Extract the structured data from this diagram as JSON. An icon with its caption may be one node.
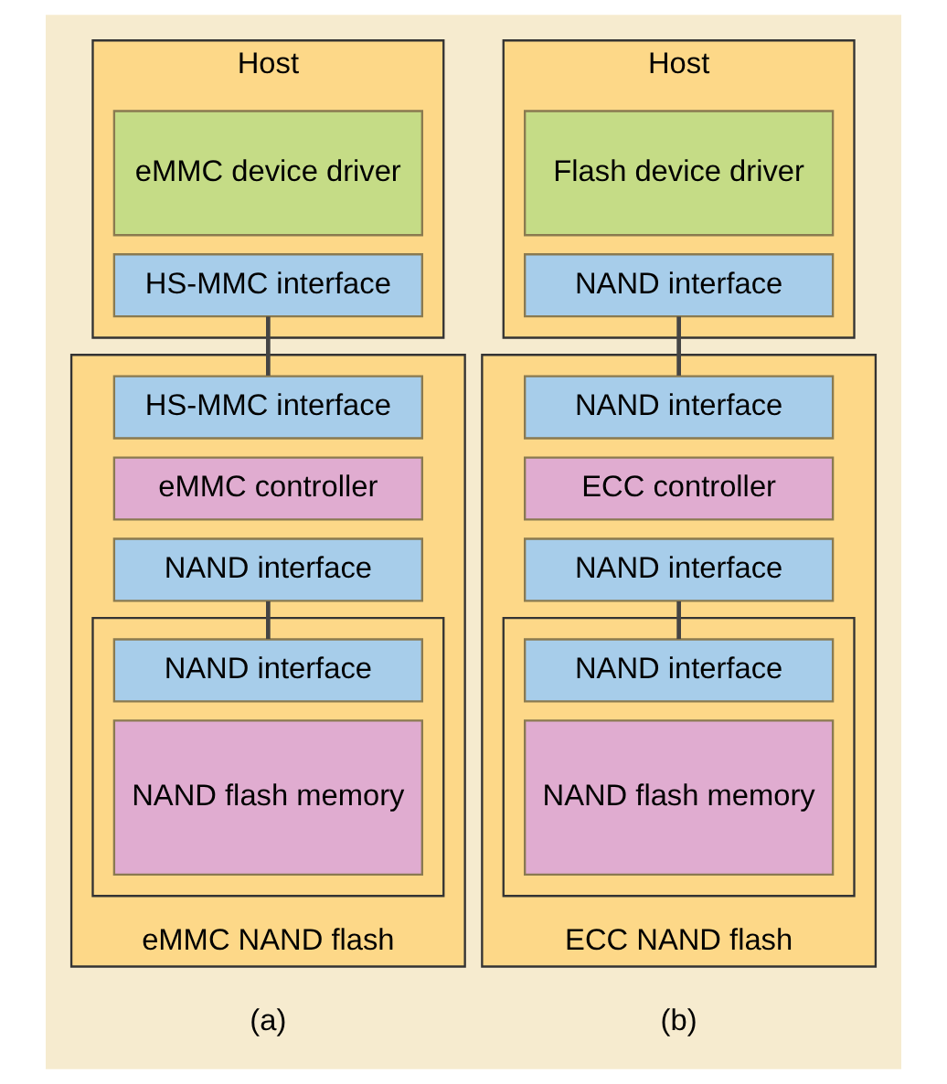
{
  "diagram": {
    "nodes": [
      {
        "text": [
          "Host"
        ]
      },
      {
        "text": [
          "eMMC device driver"
        ],
        "in": 0
      },
      {
        "text": [
          "HS-MMC interface"
        ],
        "in": 0
      },
      {
        "text": [
          "eMMC NAND flash"
        ]
      },
      {
        "text": [
          "HS-MMC interface"
        ],
        "in": 3
      },
      {
        "text": [
          "eMMC controller"
        ],
        "in": 3
      },
      {
        "text": [
          "NAND interface"
        ],
        "in": 3
      },
      {
        "text": [],
        "shape": "box",
        "in": 3
      },
      {
        "text": [
          "NAND interface"
        ],
        "in": 7
      },
      {
        "text": [
          "NAND flash memory"
        ],
        "in": 7
      },
      {
        "text": [
          "Host"
        ]
      },
      {
        "text": [
          "Flash device driver"
        ],
        "in": 10
      },
      {
        "text": [
          "NAND interface"
        ],
        "in": 10
      },
      {
        "text": [
          "ECC NAND flash"
        ]
      },
      {
        "text": [
          "NAND interface"
        ],
        "in": 13
      },
      {
        "text": [
          "ECC controller"
        ],
        "in": 13
      },
      {
        "text": [
          "NAND interface"
        ],
        "in": 13
      },
      {
        "text": [],
        "shape": "box",
        "in": 13
      },
      {
        "text": [
          "NAND interface"
        ],
        "in": 17
      },
      {
        "text": [
          "NAND flash memory"
        ],
        "in": 17
      }
    ],
    "edges": [
      {
        "from": 2,
        "to": 4,
        "arrow": "none"
      },
      {
        "from": 6,
        "to": 8,
        "arrow": "none"
      },
      {
        "from": 12,
        "to": 14,
        "arrow": "none"
      },
      {
        "from": 16,
        "to": 18,
        "arrow": "none"
      }
    ],
    "labels": [
      "(a)",
      "(b)"
    ]
  }
}
